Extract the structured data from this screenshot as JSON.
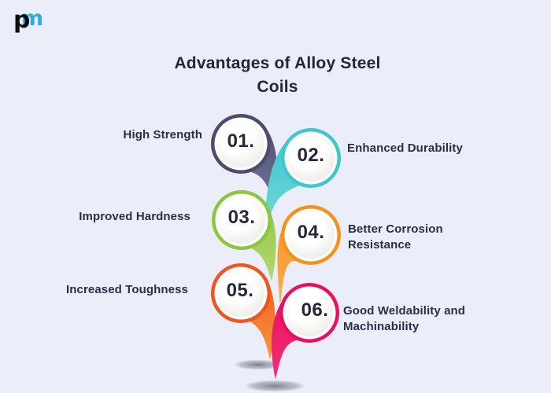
{
  "background": "#ebedf8",
  "logo": {
    "letter_black": "p",
    "letter_blue": "m",
    "blue": "#2aaee4",
    "black": "#0b0b0b"
  },
  "title": {
    "line1": "Advantages of Alloy Steel",
    "line2": "Coils",
    "color": "#24243a"
  },
  "items": [
    {
      "number": "01.",
      "label": "High Strength",
      "side": "left",
      "color": "#4c4c6e",
      "color_light": "#75759a"
    },
    {
      "number": "02.",
      "label": "Enhanced Durability",
      "side": "right",
      "color": "#3ec7cc",
      "color_light": "#82dcdf"
    },
    {
      "number": "03.",
      "label": "Improved Hardness",
      "side": "left",
      "color": "#8cc63f",
      "color_light": "#b4d973"
    },
    {
      "number": "04.",
      "label": "Better Corrosion Resistance",
      "side": "right",
      "color": "#f5921e",
      "color_light": "#f9b254"
    },
    {
      "number": "05.",
      "label": "Increased Toughness",
      "side": "left",
      "color": "#f0551f",
      "color_light": "#f79a3c"
    },
    {
      "number": "06.",
      "label": "Good Weldability and Machinability",
      "side": "right",
      "color": "#e9115f",
      "color_light": "#ef2f78"
    }
  ]
}
